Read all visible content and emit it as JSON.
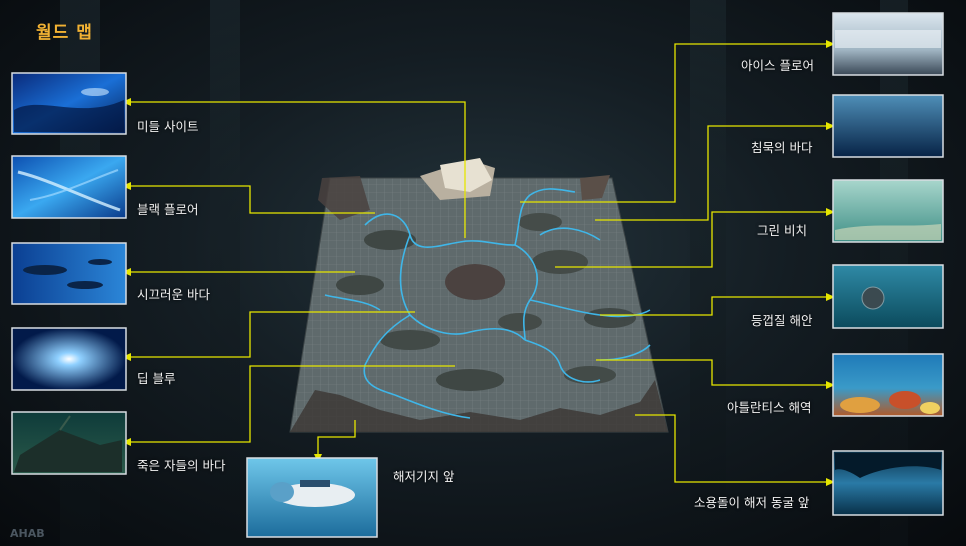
{
  "title": "월드 맵",
  "watermark": "AHAB",
  "watermark_sub": "",
  "regions_left": [
    {
      "id": "midnight",
      "label": "미들 사이트",
      "icon": "deep-blue-ocean-image"
    },
    {
      "id": "black",
      "label": "블랙 플로어",
      "icon": "fish-school-image"
    },
    {
      "id": "noisy",
      "label": "시끄러운 바다",
      "icon": "whale-pod-image"
    },
    {
      "id": "deep",
      "label": "딥 블루",
      "icon": "glowing-light-image"
    },
    {
      "id": "dead",
      "label": "죽은 자들의 바다",
      "icon": "sunken-ship-image"
    }
  ],
  "region_bottom": {
    "id": "base",
    "label": "해저기지 앞",
    "icon": "submarine-image"
  },
  "regions_right": [
    {
      "id": "ice",
      "label": "아이스 플로어",
      "icon": "ice-glacier-image"
    },
    {
      "id": "silent",
      "label": "침묵의 바다",
      "icon": "calm-sea-image"
    },
    {
      "id": "green",
      "label": "그린 비치",
      "icon": "shallow-green-water-image"
    },
    {
      "id": "shell",
      "label": "등껍질 해안",
      "icon": "diver-image"
    },
    {
      "id": "atlantis",
      "label": "아틀란티스 해역",
      "icon": "coral-reef-image"
    },
    {
      "id": "vortex",
      "label": "소용돌이 해저 동굴 앞",
      "icon": "underwater-cave-image"
    }
  ],
  "colors": {
    "title": "#f2b233",
    "connector": "#e6e600",
    "river": "#3fb6e8",
    "thumb_border": "#d8dde2"
  }
}
